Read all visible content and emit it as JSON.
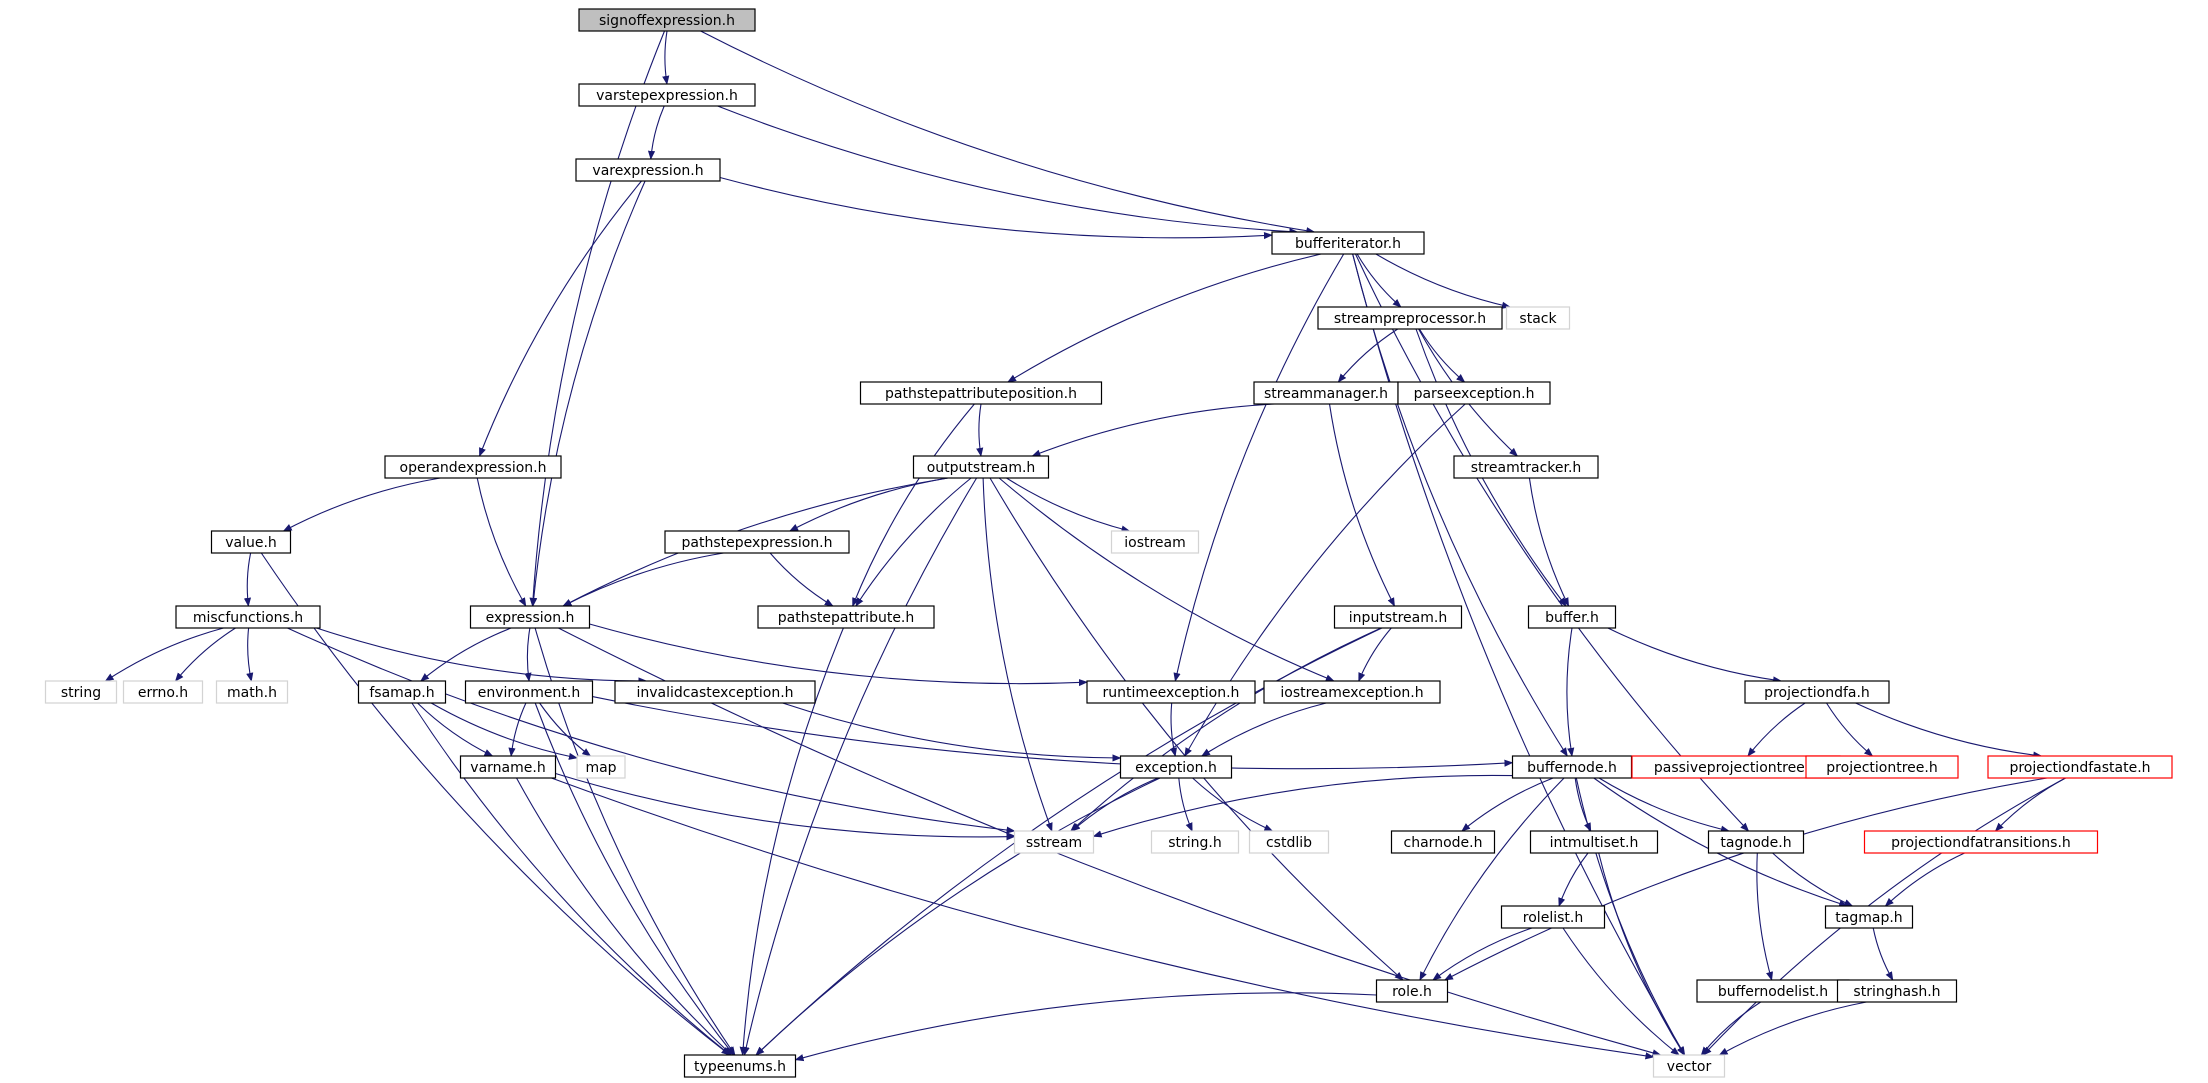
{
  "graph": {
    "colors": {
      "edge": "#191970",
      "box_normal": "#000000",
      "box_current_fill": "#bfbfbf",
      "box_external": "#d3d3d3",
      "box_truncated": "#ff0000",
      "text": "#000000"
    },
    "nodes": [
      {
        "id": "n_signoffexpression",
        "label": "signoffexpression.h",
        "kind": "current"
      },
      {
        "id": "n_varstepexpression",
        "label": "varstepexpression.h",
        "kind": "normal"
      },
      {
        "id": "n_varexpression",
        "label": "varexpression.h",
        "kind": "normal"
      },
      {
        "id": "n_bufferiterator",
        "label": "bufferiterator.h",
        "kind": "normal"
      },
      {
        "id": "n_streampreprocessor",
        "label": "streampreprocessor.h",
        "kind": "normal"
      },
      {
        "id": "n_stack",
        "label": "stack",
        "kind": "external"
      },
      {
        "id": "n_pathstepattributeposition",
        "label": "pathstepattributeposition.h",
        "kind": "normal"
      },
      {
        "id": "n_streammanager",
        "label": "streammanager.h",
        "kind": "normal"
      },
      {
        "id": "n_parseexception",
        "label": "parseexception.h",
        "kind": "normal"
      },
      {
        "id": "n_operandexpression",
        "label": "operandexpression.h",
        "kind": "normal"
      },
      {
        "id": "n_outputstream",
        "label": "outputstream.h",
        "kind": "normal"
      },
      {
        "id": "n_streamtracker",
        "label": "streamtracker.h",
        "kind": "normal"
      },
      {
        "id": "n_value",
        "label": "value.h",
        "kind": "normal"
      },
      {
        "id": "n_pathstepexpression",
        "label": "pathstepexpression.h",
        "kind": "normal"
      },
      {
        "id": "n_iostream",
        "label": "iostream",
        "kind": "external"
      },
      {
        "id": "n_miscfunctions",
        "label": "miscfunctions.h",
        "kind": "normal"
      },
      {
        "id": "n_expression",
        "label": "expression.h",
        "kind": "normal"
      },
      {
        "id": "n_pathstepattribute",
        "label": "pathstepattribute.h",
        "kind": "normal"
      },
      {
        "id": "n_inputstream",
        "label": "inputstream.h",
        "kind": "normal"
      },
      {
        "id": "n_buffer",
        "label": "buffer.h",
        "kind": "normal"
      },
      {
        "id": "n_string",
        "label": "string",
        "kind": "external"
      },
      {
        "id": "n_errno",
        "label": "errno.h",
        "kind": "external"
      },
      {
        "id": "n_math",
        "label": "math.h",
        "kind": "external"
      },
      {
        "id": "n_fsamap",
        "label": "fsamap.h",
        "kind": "normal"
      },
      {
        "id": "n_environment",
        "label": "environment.h",
        "kind": "normal"
      },
      {
        "id": "n_invalidcastexception",
        "label": "invalidcastexception.h",
        "kind": "normal"
      },
      {
        "id": "n_runtimeexception",
        "label": "runtimeexception.h",
        "kind": "normal"
      },
      {
        "id": "n_iostreamexception",
        "label": "iostreamexception.h",
        "kind": "normal"
      },
      {
        "id": "n_projectiondfa",
        "label": "projectiondfa.h",
        "kind": "normal"
      },
      {
        "id": "n_map",
        "label": "map",
        "kind": "external"
      },
      {
        "id": "n_varname",
        "label": "varname.h",
        "kind": "normal"
      },
      {
        "id": "n_exception",
        "label": "exception.h",
        "kind": "normal"
      },
      {
        "id": "n_buffernode",
        "label": "buffernode.h",
        "kind": "normal"
      },
      {
        "id": "n_passiveprojectiontree",
        "label": "passiveprojectiontree.h",
        "kind": "truncated"
      },
      {
        "id": "n_projectiontree",
        "label": "projectiontree.h",
        "kind": "truncated"
      },
      {
        "id": "n_projectiondfastate",
        "label": "projectiondfastate.h",
        "kind": "truncated"
      },
      {
        "id": "n_sstream",
        "label": "sstream",
        "kind": "external"
      },
      {
        "id": "n_stringh",
        "label": "string.h",
        "kind": "external"
      },
      {
        "id": "n_cstdlib",
        "label": "cstdlib",
        "kind": "external"
      },
      {
        "id": "n_charnode",
        "label": "charnode.h",
        "kind": "normal"
      },
      {
        "id": "n_intmultiset",
        "label": "intmultiset.h",
        "kind": "normal"
      },
      {
        "id": "n_tagnode",
        "label": "tagnode.h",
        "kind": "normal"
      },
      {
        "id": "n_projectiondfatransitions",
        "label": "projectiondfatransitions.h",
        "kind": "truncated"
      },
      {
        "id": "n_rolelist",
        "label": "rolelist.h",
        "kind": "normal"
      },
      {
        "id": "n_tagmap",
        "label": "tagmap.h",
        "kind": "normal"
      },
      {
        "id": "n_role",
        "label": "role.h",
        "kind": "normal"
      },
      {
        "id": "n_buffernodelist",
        "label": "buffernodelist.h",
        "kind": "normal"
      },
      {
        "id": "n_stringhash",
        "label": "stringhash.h",
        "kind": "normal"
      },
      {
        "id": "n_typeenums",
        "label": "typeenums.h",
        "kind": "normal"
      },
      {
        "id": "n_vector",
        "label": "vector",
        "kind": "external"
      }
    ],
    "edges": [
      [
        "n_signoffexpression",
        "n_varstepexpression"
      ],
      [
        "n_signoffexpression",
        "n_bufferiterator"
      ],
      [
        "n_signoffexpression",
        "n_expression"
      ],
      [
        "n_varstepexpression",
        "n_varexpression"
      ],
      [
        "n_varstepexpression",
        "n_bufferiterator"
      ],
      [
        "n_varexpression",
        "n_bufferiterator"
      ],
      [
        "n_varexpression",
        "n_operandexpression"
      ],
      [
        "n_varexpression",
        "n_expression"
      ],
      [
        "n_bufferiterator",
        "n_streampreprocessor"
      ],
      [
        "n_bufferiterator",
        "n_stack"
      ],
      [
        "n_bufferiterator",
        "n_pathstepattributeposition"
      ],
      [
        "n_bufferiterator",
        "n_runtimeexception"
      ],
      [
        "n_bufferiterator",
        "n_buffernode"
      ],
      [
        "n_bufferiterator",
        "n_tagnode"
      ],
      [
        "n_bufferiterator",
        "n_vector"
      ],
      [
        "n_streampreprocessor",
        "n_streammanager"
      ],
      [
        "n_streampreprocessor",
        "n_parseexception"
      ],
      [
        "n_streampreprocessor",
        "n_streamtracker"
      ],
      [
        "n_streampreprocessor",
        "n_buffer"
      ],
      [
        "n_pathstepattributeposition",
        "n_outputstream"
      ],
      [
        "n_pathstepattributeposition",
        "n_pathstepattribute"
      ],
      [
        "n_streammanager",
        "n_outputstream"
      ],
      [
        "n_streammanager",
        "n_inputstream"
      ],
      [
        "n_parseexception",
        "n_exception"
      ],
      [
        "n_operandexpression",
        "n_value"
      ],
      [
        "n_operandexpression",
        "n_expression"
      ],
      [
        "n_outputstream",
        "n_expression"
      ],
      [
        "n_outputstream",
        "n_pathstepexpression"
      ],
      [
        "n_outputstream",
        "n_iostream"
      ],
      [
        "n_outputstream",
        "n_pathstepattribute"
      ],
      [
        "n_outputstream",
        "n_iostreamexception"
      ],
      [
        "n_outputstream",
        "n_sstream"
      ],
      [
        "n_outputstream",
        "n_role"
      ],
      [
        "n_outputstream",
        "n_typeenums"
      ],
      [
        "n_streamtracker",
        "n_buffer"
      ],
      [
        "n_value",
        "n_miscfunctions"
      ],
      [
        "n_value",
        "n_typeenums"
      ],
      [
        "n_pathstepexpression",
        "n_expression"
      ],
      [
        "n_pathstepexpression",
        "n_pathstepattribute"
      ],
      [
        "n_miscfunctions",
        "n_string"
      ],
      [
        "n_miscfunctions",
        "n_errno"
      ],
      [
        "n_miscfunctions",
        "n_math"
      ],
      [
        "n_miscfunctions",
        "n_invalidcastexception"
      ],
      [
        "n_miscfunctions",
        "n_sstream"
      ],
      [
        "n_expression",
        "n_fsamap"
      ],
      [
        "n_expression",
        "n_environment"
      ],
      [
        "n_expression",
        "n_runtimeexception"
      ],
      [
        "n_expression",
        "n_typeenums"
      ],
      [
        "n_expression",
        "n_vector"
      ],
      [
        "n_pathstepattribute",
        "n_typeenums"
      ],
      [
        "n_inputstream",
        "n_iostreamexception"
      ],
      [
        "n_inputstream",
        "n_sstream"
      ],
      [
        "n_inputstream",
        "n_typeenums"
      ],
      [
        "n_buffer",
        "n_buffernode"
      ],
      [
        "n_buffer",
        "n_projectiondfa"
      ],
      [
        "n_fsamap",
        "n_varname"
      ],
      [
        "n_fsamap",
        "n_map"
      ],
      [
        "n_fsamap",
        "n_typeenums"
      ],
      [
        "n_environment",
        "n_varname"
      ],
      [
        "n_environment",
        "n_map"
      ],
      [
        "n_environment",
        "n_buffernode"
      ],
      [
        "n_environment",
        "n_typeenums"
      ],
      [
        "n_invalidcastexception",
        "n_exception"
      ],
      [
        "n_runtimeexception",
        "n_exception"
      ],
      [
        "n_iostreamexception",
        "n_exception"
      ],
      [
        "n_projectiondfa",
        "n_passiveprojectiontree"
      ],
      [
        "n_projectiondfa",
        "n_projectiontree"
      ],
      [
        "n_projectiondfa",
        "n_projectiondfastate"
      ],
      [
        "n_varname",
        "n_sstream"
      ],
      [
        "n_varname",
        "n_typeenums"
      ],
      [
        "n_varname",
        "n_vector"
      ],
      [
        "n_exception",
        "n_sstream"
      ],
      [
        "n_exception",
        "n_stringh"
      ],
      [
        "n_exception",
        "n_cstdlib"
      ],
      [
        "n_exception",
        "n_typeenums"
      ],
      [
        "n_buffernode",
        "n_sstream"
      ],
      [
        "n_buffernode",
        "n_charnode"
      ],
      [
        "n_buffernode",
        "n_intmultiset"
      ],
      [
        "n_buffernode",
        "n_tagnode"
      ],
      [
        "n_buffernode",
        "n_tagmap"
      ],
      [
        "n_buffernode",
        "n_role"
      ],
      [
        "n_buffernode",
        "n_vector"
      ],
      [
        "n_projectiondfastate",
        "n_projectiondfatransitions"
      ],
      [
        "n_projectiondfastate",
        "n_role"
      ],
      [
        "n_projectiondfastate",
        "n_vector"
      ],
      [
        "n_projectiondfatransitions",
        "n_tagmap"
      ],
      [
        "n_intmultiset",
        "n_rolelist"
      ],
      [
        "n_intmultiset",
        "n_vector"
      ],
      [
        "n_tagnode",
        "n_tagmap"
      ],
      [
        "n_tagnode",
        "n_buffernodelist"
      ],
      [
        "n_rolelist",
        "n_role"
      ],
      [
        "n_rolelist",
        "n_vector"
      ],
      [
        "n_tagmap",
        "n_stringhash"
      ],
      [
        "n_role",
        "n_typeenums"
      ],
      [
        "n_buffernodelist",
        "n_vector"
      ],
      [
        "n_stringhash",
        "n_vector"
      ]
    ]
  }
}
